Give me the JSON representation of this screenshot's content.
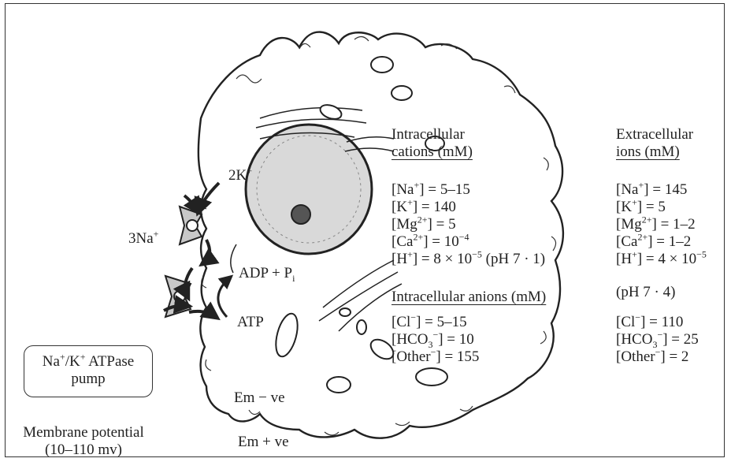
{
  "intracellular_cations": {
    "title_line1": "Intracellular",
    "title_line2": "cations (mM)",
    "items": [
      {
        "ion": "Na",
        "sup": "+",
        "sub": "",
        "value": "5–15"
      },
      {
        "ion": "K",
        "sup": "+",
        "sub": "",
        "value": "140"
      },
      {
        "ion": "Mg",
        "sup": "2+",
        "sub": "",
        "value": "5"
      },
      {
        "ion": "Ca",
        "sup": "2+",
        "sub": "",
        "value": "10",
        "value_sup": "−4"
      },
      {
        "ion": "H",
        "sup": "+",
        "sub": "",
        "value": "8 × 10",
        "value_sup": "−5",
        "value_tail": " (pH 7 · 1)"
      }
    ]
  },
  "intracellular_anions": {
    "title": "Intracellular anions (mM)",
    "items": [
      {
        "ion": "Cl",
        "sup": "−",
        "sub": "",
        "value": "5–15"
      },
      {
        "ion": "HCO",
        "sup": "−",
        "sub": "3",
        "value": "10"
      },
      {
        "ion": "Other",
        "sup": "−",
        "sub": "",
        "value": "155"
      }
    ]
  },
  "extracellular_ions": {
    "title_line1": "Extracellular",
    "title_line2": "ions (mM)",
    "cations": [
      {
        "ion": "Na",
        "sup": "+",
        "sub": "",
        "value": "145"
      },
      {
        "ion": "K",
        "sup": "+",
        "sub": "",
        "value": "5"
      },
      {
        "ion": "Mg",
        "sup": "2+",
        "sub": "",
        "value": "1–2"
      },
      {
        "ion": "Ca",
        "sup": "2+",
        "sub": "",
        "value": "1–2"
      },
      {
        "ion": "H",
        "sup": "+",
        "sub": "",
        "value": "4 × 10",
        "value_sup": "−5"
      }
    ],
    "ph_note": "(pH 7 · 4)",
    "anions": [
      {
        "ion": "Cl",
        "sup": "−",
        "sub": "",
        "value": "110"
      },
      {
        "ion": "HCO",
        "sup": "−",
        "sub": "3",
        "value": "25"
      },
      {
        "ion": "Other",
        "sup": "−",
        "sub": "",
        "value": "2"
      }
    ]
  },
  "pump_labels": {
    "k_ions": "2K",
    "k_sup": "+",
    "na_ions": "3Na",
    "na_sup": "+",
    "adp": "ADP + P",
    "adp_sub": "i",
    "atp": "ATP"
  },
  "pump_box": {
    "line1": "Na",
    "line1_sup1": "+",
    "line1_mid": "/K",
    "line1_sup2": "+",
    "line1_tail": " ATPase",
    "line2": "pump"
  },
  "membrane": {
    "em_inside": "Em − ve",
    "em_outside": "Em + ve",
    "potential_line1": "Membrane potential",
    "potential_line2": "(10–110 mv)"
  },
  "colors": {
    "ink": "#222222",
    "pump_fill": "#c8c8c8",
    "nucleus_fill": "#d9d9d9"
  }
}
